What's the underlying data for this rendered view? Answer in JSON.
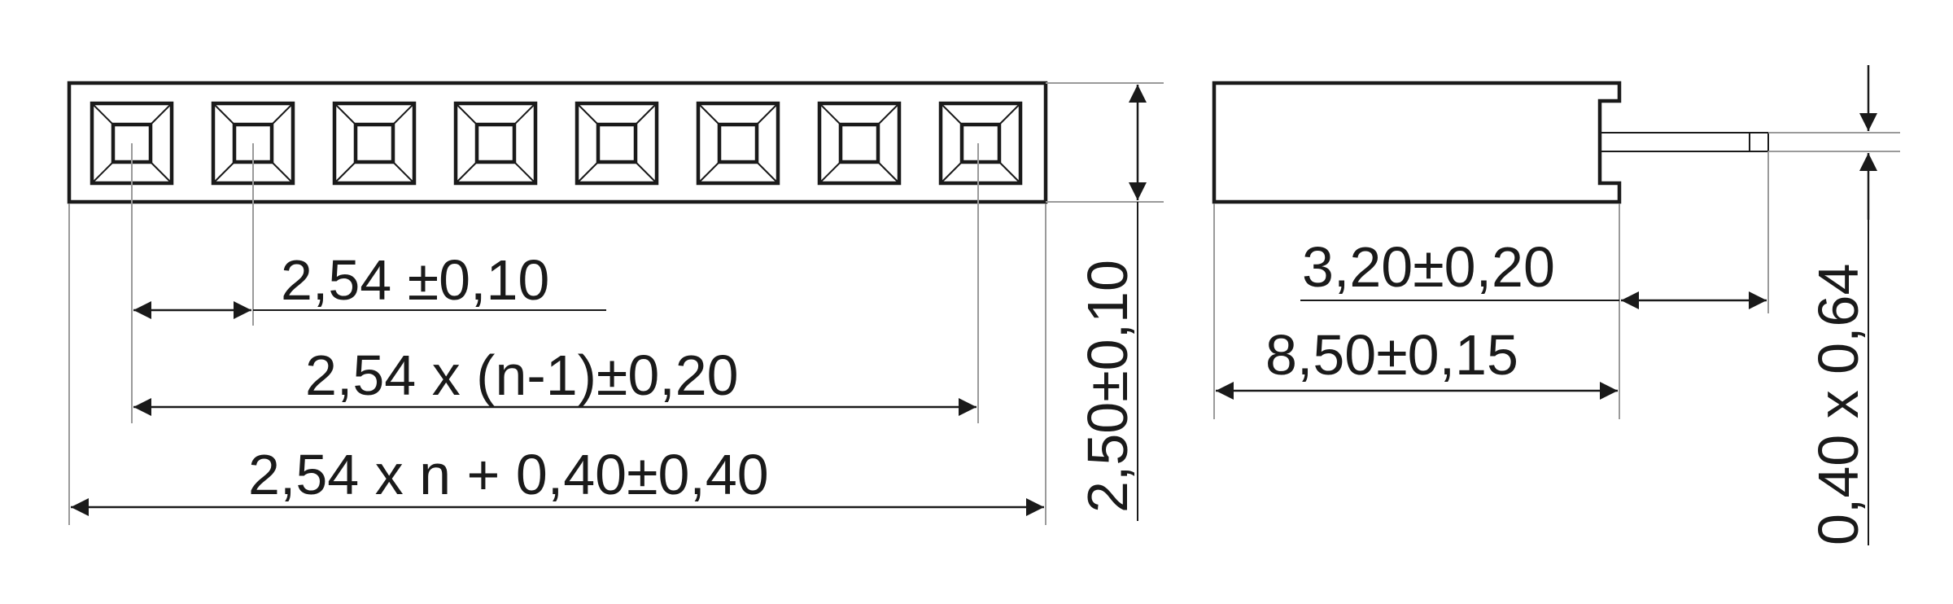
{
  "dimensions": {
    "pitch": "2,54 ±0,10",
    "span_pitch": "2,54 x (n-1)±0,20",
    "overall_length": "2,54 x n + 0,40±0,40",
    "height": "2,50±0,10",
    "pin_protrusion": "3,20±0,20",
    "body_depth": "8,50±0,15",
    "pin_section": "0,40 x 0,64"
  },
  "contacts": {
    "count": 8
  },
  "colors": {
    "line": "#1a1a1a",
    "extension": "#9a9a9a",
    "background": "#ffffff"
  }
}
